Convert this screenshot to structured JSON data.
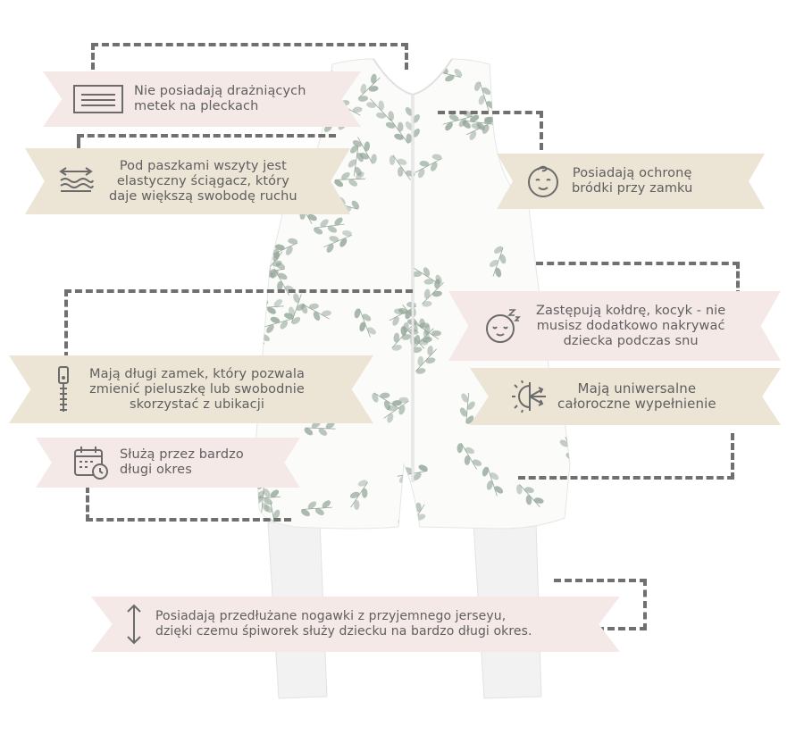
{
  "colors": {
    "banner_pink": "#f5e9e7",
    "banner_beige": "#ece4d5",
    "text": "#5f5f5f",
    "dash": "#707070",
    "print_leaf": "#8fa394"
  },
  "callouts": {
    "no_tags": {
      "icon": "label-tag-icon",
      "lines": [
        "Nie posiadają drażniących",
        "metek na pleckach"
      ]
    },
    "elastic_band": {
      "icon": "elastic-stretch-icon",
      "lines": [
        "Pod paszkami wszyty jest",
        "elastyczny ściągacz, który",
        "daje większą swobodę ruchu"
      ]
    },
    "chin_guard": {
      "icon": "baby-face-icon",
      "lines": [
        "Posiadają ochronę",
        "bródki przy zamku"
      ]
    },
    "replaces_blanket": {
      "icon": "sleeping-baby-icon",
      "lines": [
        "Zastępują kołdrę, kocyk - nie",
        "musisz dodatkowo nakrywać",
        "dziecka podczas snu"
      ]
    },
    "long_zipper": {
      "icon": "zipper-icon",
      "lines": [
        "Mają długi zamek, który pozwala",
        "zmienić pieluszkę lub swobodnie",
        "skorzystać z ubikacji"
      ]
    },
    "all_season": {
      "icon": "sun-snowflake-icon",
      "lines": [
        "Mają uniwersalne",
        "całoroczne wypełnienie"
      ]
    },
    "long_lasting": {
      "icon": "calendar-clock-icon",
      "lines": [
        "Służą przez bardzo",
        "długi okres"
      ]
    },
    "extended_legs": {
      "icon": "vertical-arrow-icon",
      "lines": [
        "Posiadają przedłużane nogawki z przyjemnego jerseyu,",
        "dzięki czemu śpiworek służy dziecku na bardzo długi okres."
      ]
    }
  }
}
